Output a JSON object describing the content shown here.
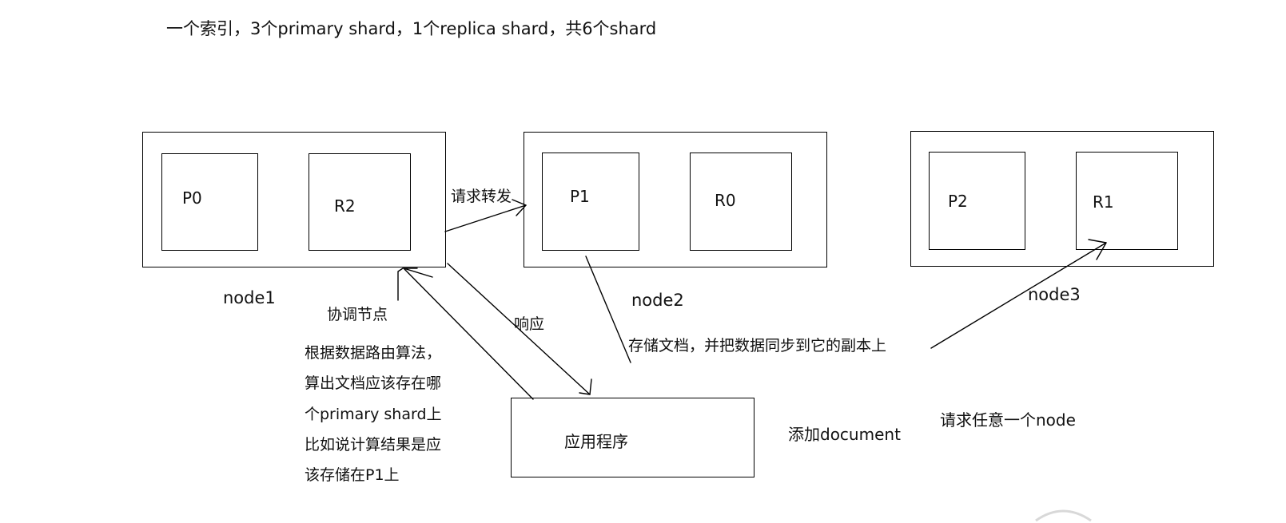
{
  "title": "一个索引，3个primary shard，1个replica shard，共6个shard",
  "nodes": [
    {
      "name": "node1",
      "shards": [
        "P0",
        "R2"
      ]
    },
    {
      "name": "node2",
      "shards": [
        "P1",
        "R0"
      ]
    },
    {
      "name": "node3",
      "shards": [
        "P2",
        "R1"
      ]
    }
  ],
  "app": {
    "label": "应用程序"
  },
  "arrows": {
    "forward": "请求转发",
    "response": "响应",
    "store": "存储文档，并把数据同步到它的副本上"
  },
  "coordinator": {
    "label": "协调节点",
    "note": [
      "根据数据路由算法，",
      "算出文档应该存在哪",
      "个primary shard上",
      "比如说计算结果是应",
      "该存储在P1上"
    ]
  },
  "side_notes": {
    "add_document": "添加document",
    "request_any": "请求任意一个node"
  },
  "colors": {
    "stroke": "#000000",
    "background": "#ffffff"
  }
}
